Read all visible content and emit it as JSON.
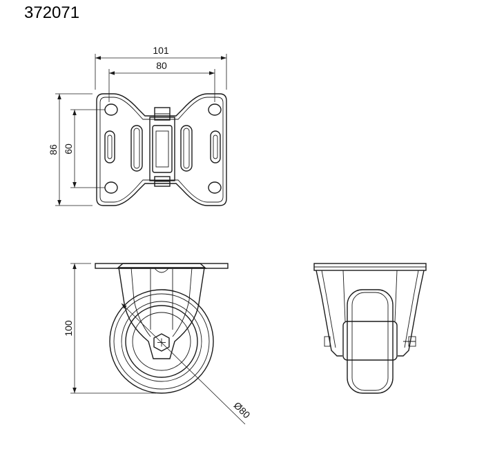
{
  "part_number": "372071",
  "dimensions": {
    "plate_overall_width": "101",
    "plate_hole_spacing_width": "80",
    "plate_overall_length": "86",
    "plate_hole_spacing_length": "60",
    "total_height": "100",
    "wheel_diameter": "Ø80"
  }
}
